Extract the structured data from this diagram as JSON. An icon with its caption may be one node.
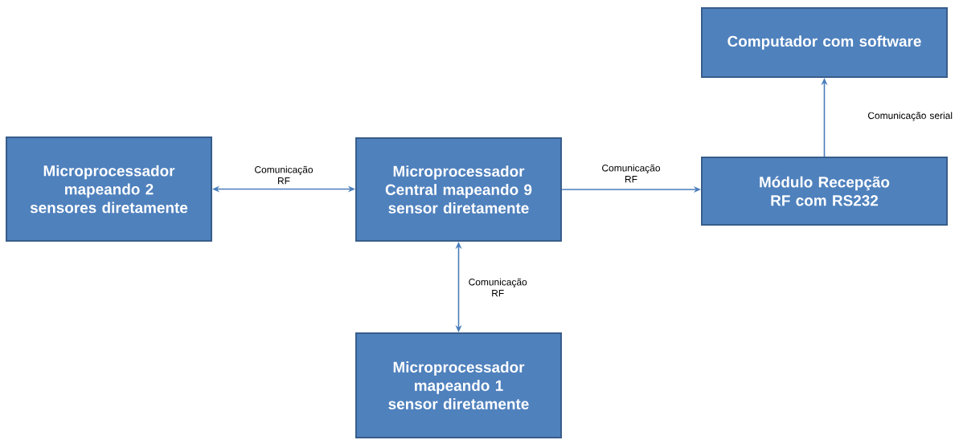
{
  "diagram": {
    "nodes": [
      {
        "text": [
          "Microprocessador mapeando 2 sensores diretamente"
        ]
      },
      {
        "text": [
          "Microprocessador Central mapeando 9 sensor diretamente"
        ]
      },
      {
        "text": [
          "Módulo Recepção RF com RS232"
        ]
      },
      {
        "text": [
          "Computador com software"
        ]
      },
      {
        "text": [
          "Microprocessador mapeando 1 sensor diretamente"
        ]
      }
    ],
    "edges": [
      {
        "from": 0,
        "to": 1,
        "arrow": "both",
        "label": "Comunicação RF"
      },
      {
        "from": 1,
        "to": 2,
        "arrow": "to",
        "label": "Comunicação RF"
      },
      {
        "from": 1,
        "to": 4,
        "arrow": "both",
        "label": "Comunicação RF"
      },
      {
        "from": 2,
        "to": 3,
        "arrow": "to",
        "label": "Comunicação serial"
      }
    ]
  }
}
